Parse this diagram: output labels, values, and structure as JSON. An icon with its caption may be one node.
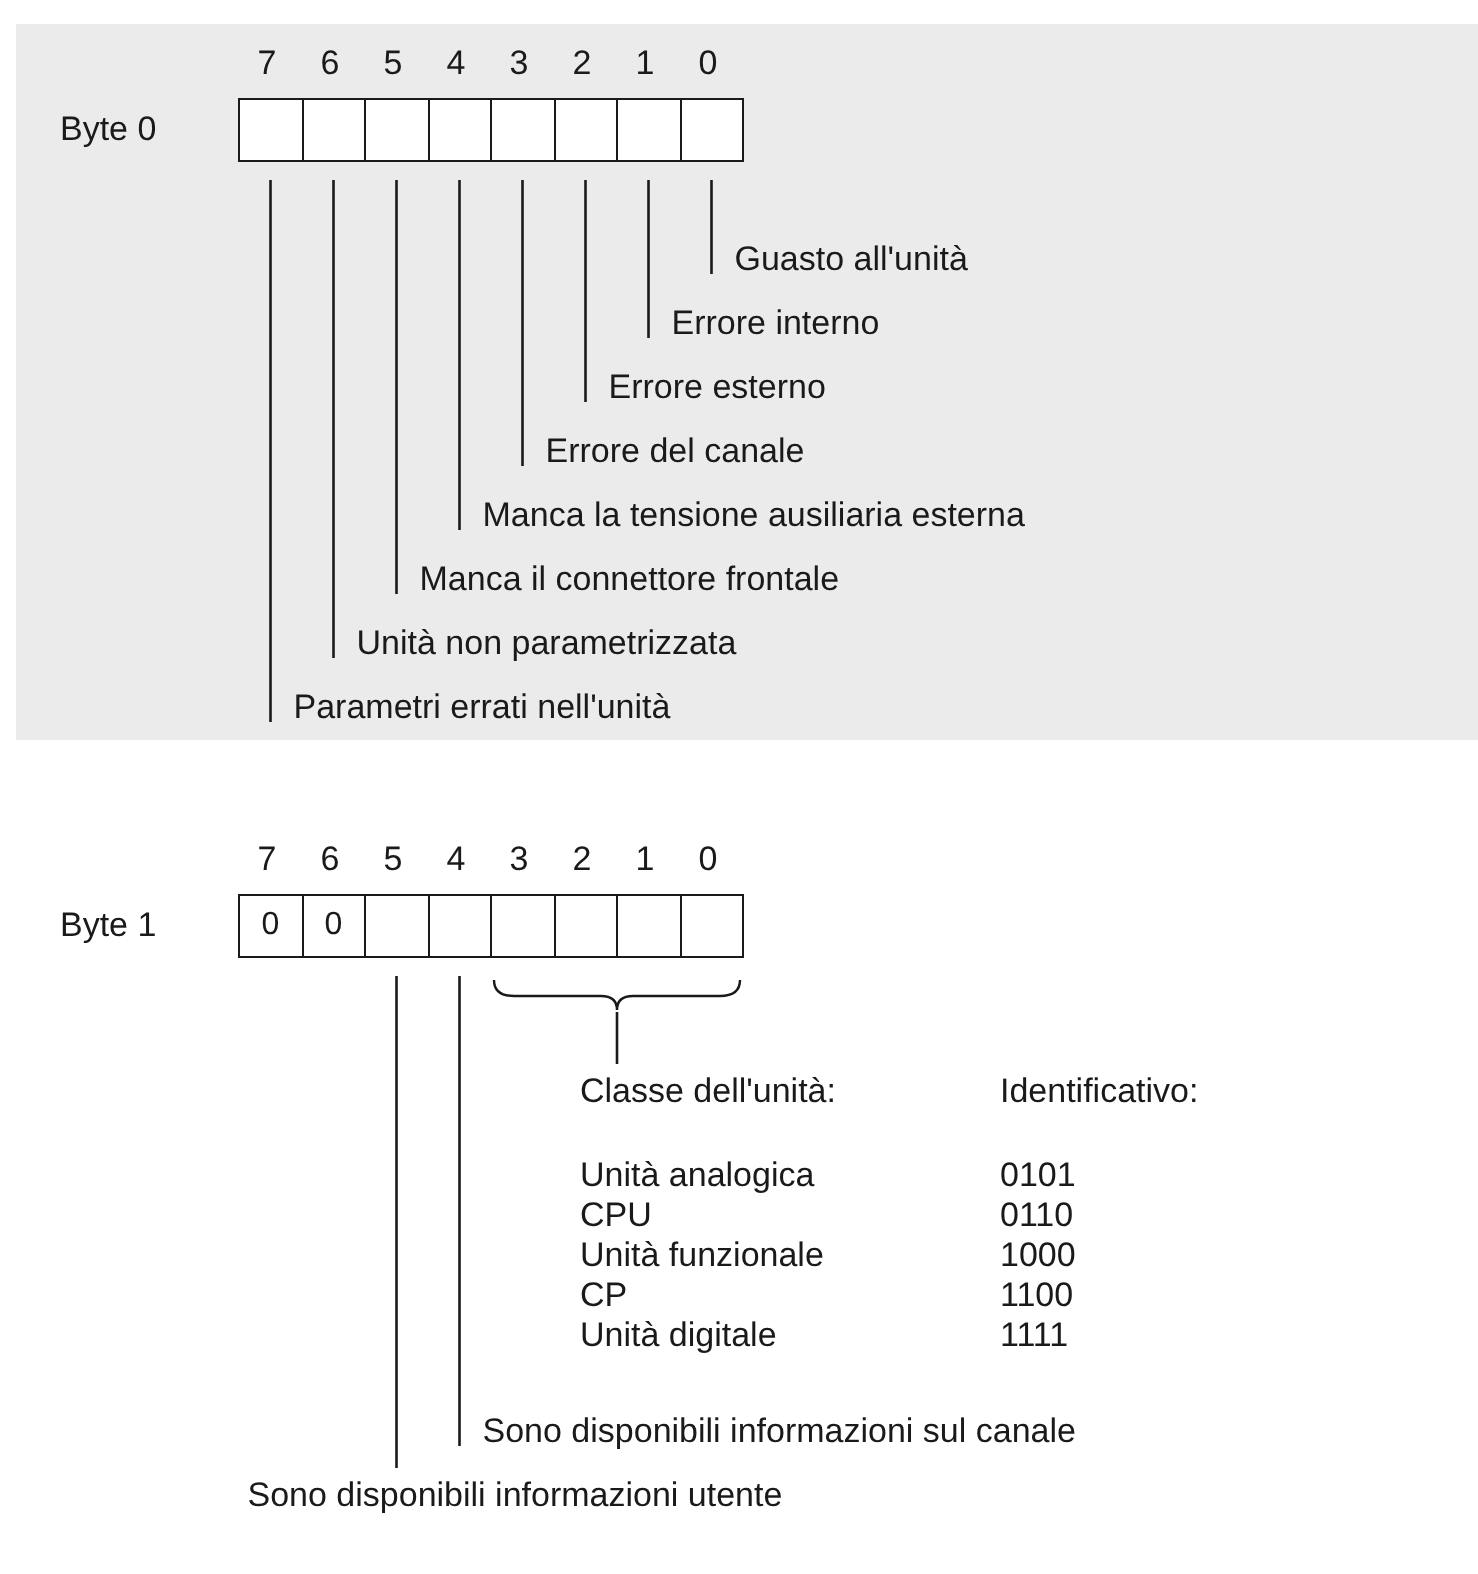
{
  "diagram": {
    "nodes": [
      {
        "text": [],
        "shape": "box"
      },
      {
        "text": [],
        "shape": "box"
      },
      {
        "text": [],
        "shape": "box"
      },
      {
        "text": [],
        "shape": "box"
      },
      {
        "text": [],
        "shape": "box"
      },
      {
        "text": [],
        "shape": "box"
      },
      {
        "text": [],
        "shape": "box"
      },
      {
        "text": [],
        "shape": "box"
      },
      {
        "text": [
          "Guasto all'unità"
        ]
      },
      {
        "text": [
          "Errore interno"
        ]
      },
      {
        "text": [
          "Errore esterno"
        ]
      },
      {
        "text": [
          "Errore del canale"
        ]
      },
      {
        "text": [
          "Manca la tensione ausiliaria esterna"
        ]
      },
      {
        "text": [
          "Manca il connettore frontale"
        ]
      },
      {
        "text": [
          "Unità non parametrizzata"
        ]
      },
      {
        "text": [
          "Parametri errati nell'unità"
        ]
      },
      {
        "text": [
          "0"
        ]
      },
      {
        "text": [
          "0"
        ]
      },
      {
        "text": [],
        "shape": "box"
      },
      {
        "text": [],
        "shape": "box"
      },
      {
        "text": [],
        "shape": "box"
      },
      {
        "text": [],
        "shape": "box"
      },
      {
        "text": [],
        "shape": "box"
      },
      {
        "text": [],
        "shape": "box"
      },
      {
        "text": [
          "Classe dell'unità:"
        ]
      },
      {
        "text": [
          "Sono disponibili informazioni sul canale"
        ]
      },
      {
        "text": [
          "Sono disponibili informazioni utente"
        ]
      },
      {
        "text": [],
        "shape": "bracket"
      }
    ],
    "edges": [
      {
        "from": 8,
        "to": 7,
        "arrow": "none"
      },
      {
        "from": 9,
        "to": 6,
        "arrow": "none"
      },
      {
        "from": 10,
        "to": 5,
        "arrow": "none"
      },
      {
        "from": 11,
        "to": 4,
        "arrow": "none"
      },
      {
        "from": 12,
        "to": 3,
        "arrow": "none"
      },
      {
        "from": 13,
        "to": 2,
        "arrow": "none"
      },
      {
        "from": 14,
        "to": 1,
        "arrow": "none"
      },
      {
        "from": 15,
        "to": 0,
        "arrow": "none"
      },
      {
        "from": 24,
        "to": 27,
        "arrow": "none"
      },
      {
        "from": 25,
        "to": 19,
        "arrow": "none"
      },
      {
        "from": 26,
        "to": 18,
        "arrow": "none"
      }
    ],
    "labels": [
      "7",
      "6",
      "5",
      "4",
      "3",
      "2",
      "1",
      "0",
      "Byte 0",
      "7",
      "6",
      "5",
      "4",
      "3",
      "2",
      "1",
      "0",
      "Byte 1",
      "Identificativo:",
      "Unità analogica",
      "0101",
      "CPU",
      "0110",
      "Unità funzionale",
      "1000",
      "CP",
      "1100",
      "Unità digitale",
      "1111"
    ]
  }
}
